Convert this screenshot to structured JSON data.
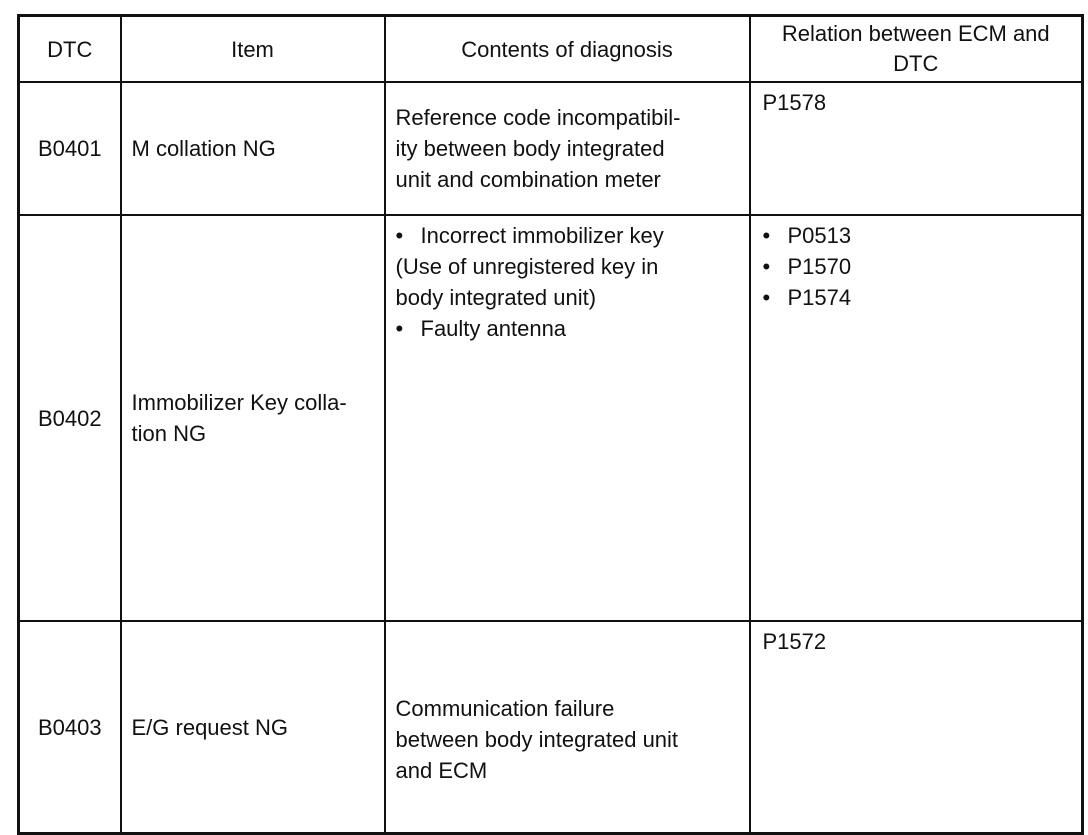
{
  "headers": {
    "dtc": "DTC",
    "item": "Item",
    "contents": "Contents of diagnosis",
    "relation": [
      "Relation between ECM and",
      "DTC"
    ]
  },
  "rows": [
    {
      "dtc": "B0401",
      "item": [
        "M collation NG"
      ],
      "contents": [
        "Reference code incompatibil-",
        "ity between body integrated",
        "unit and combination meter"
      ],
      "relation": [
        "P1578"
      ]
    },
    {
      "dtc": "B0402",
      "item": [
        "Immobilizer Key colla-",
        "tion NG"
      ],
      "contents": [
        "Incorrect immobilizer key",
        "(Use of unregistered key in",
        "body integrated unit)",
        "Faulty antenna"
      ],
      "relation": [
        "P0513",
        "P1570",
        "P1574"
      ]
    },
    {
      "dtc": "B0403",
      "item": [
        "E/G request NG"
      ],
      "contents": [
        "Communication failure",
        "between body integrated unit",
        "and ECM"
      ],
      "relation": [
        "P1572"
      ]
    }
  ],
  "bullet": "•"
}
